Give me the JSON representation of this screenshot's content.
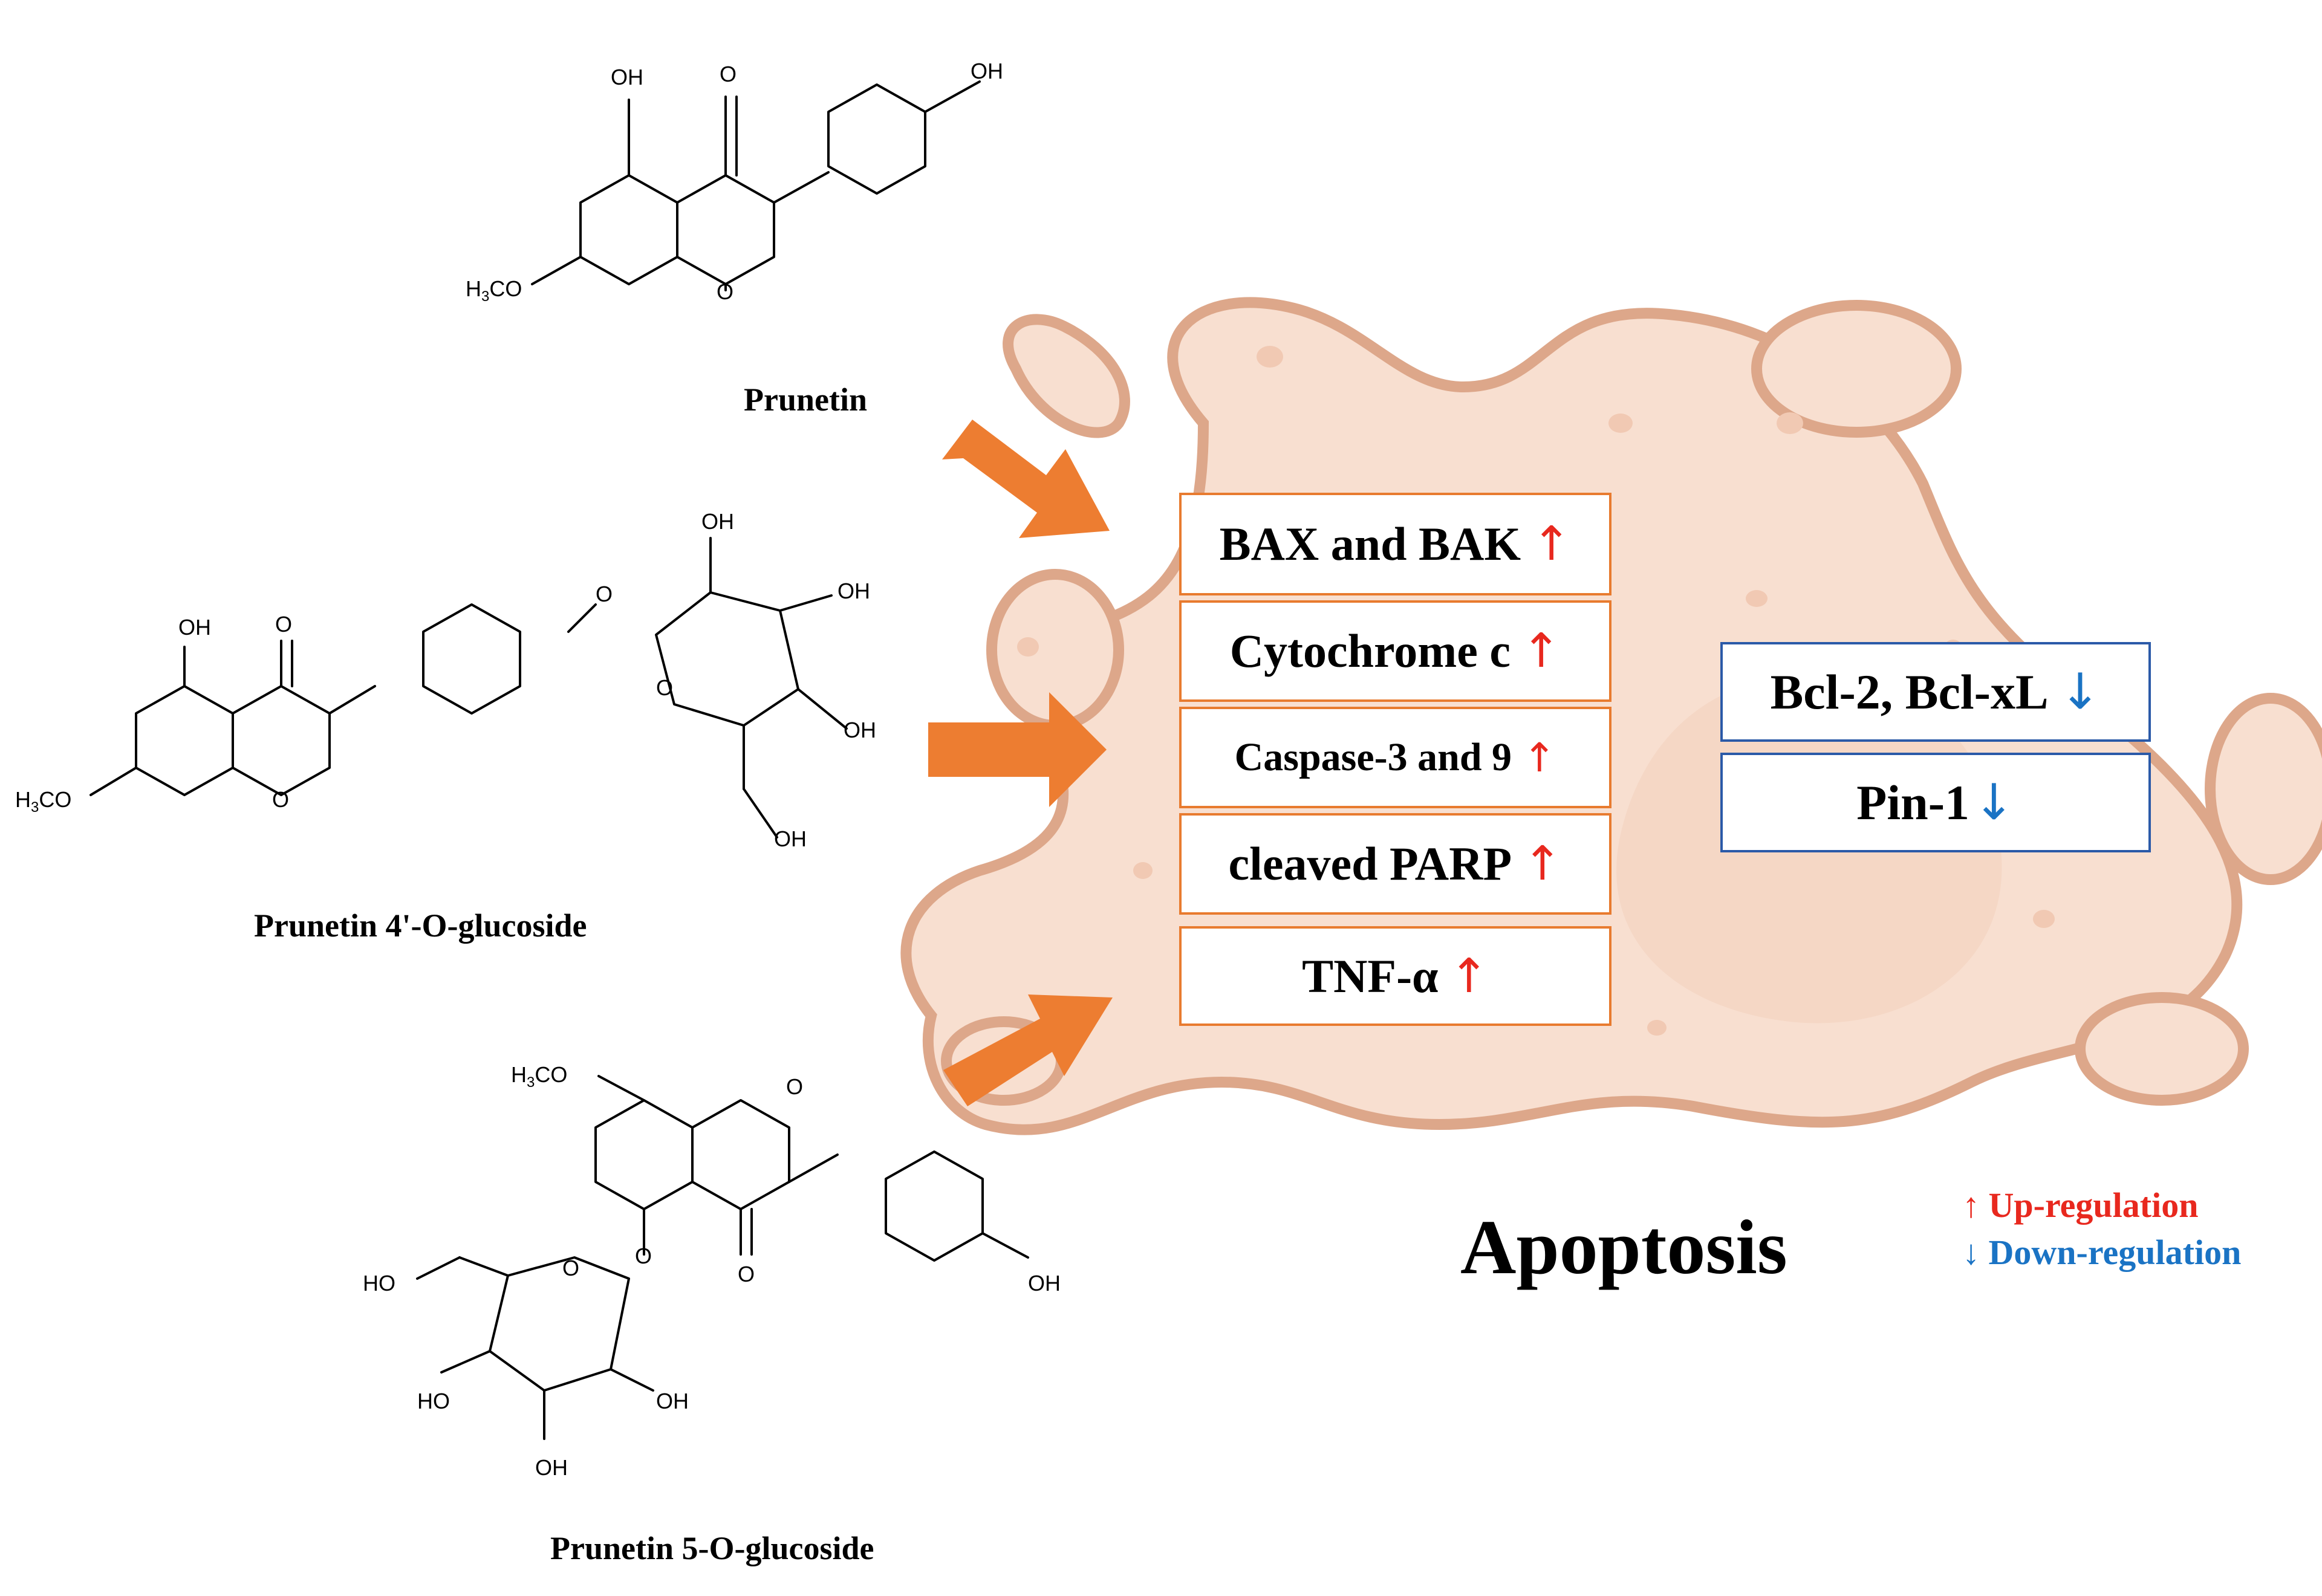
{
  "molecules": [
    {
      "name": "Prunetin"
    },
    {
      "name": "Prunetin 4'-O-glucoside"
    },
    {
      "name": "Prunetin 5-O-glucoside"
    }
  ],
  "chem_labels": {
    "oh": "OH",
    "o": "O",
    "ho": "HO",
    "h3co_a": "H",
    "h3co_sub": "3",
    "h3co_b": "CO"
  },
  "up_markers": [
    {
      "label": "BAX and BAK",
      "arrow": "↑"
    },
    {
      "label": "Cytochrome c",
      "arrow": "↑"
    },
    {
      "label": "Caspase-3 and  9",
      "arrow": "↑"
    },
    {
      "label": "cleaved PARP",
      "arrow": "↑"
    },
    {
      "label": "TNF-α",
      "arrow": "↑"
    }
  ],
  "down_markers": [
    {
      "label": "Bcl-2, Bcl-xL",
      "arrow": "↓"
    },
    {
      "label": "Pin-1",
      "arrow": "↓"
    }
  ],
  "outcome": "Apoptosis",
  "legend": {
    "up_symbol": "↑",
    "up_text": "Up-regulation",
    "down_symbol": "↓",
    "down_text": "Down-regulation"
  },
  "colors": {
    "arrow": "#ED7D31",
    "up_box_border": "#E87B2F",
    "down_box_border": "#2B5AA8",
    "up": "#E8281E",
    "down": "#1A73C4",
    "cell_fill": "#F8DFD0",
    "cell_outline": "#DDA78A"
  }
}
